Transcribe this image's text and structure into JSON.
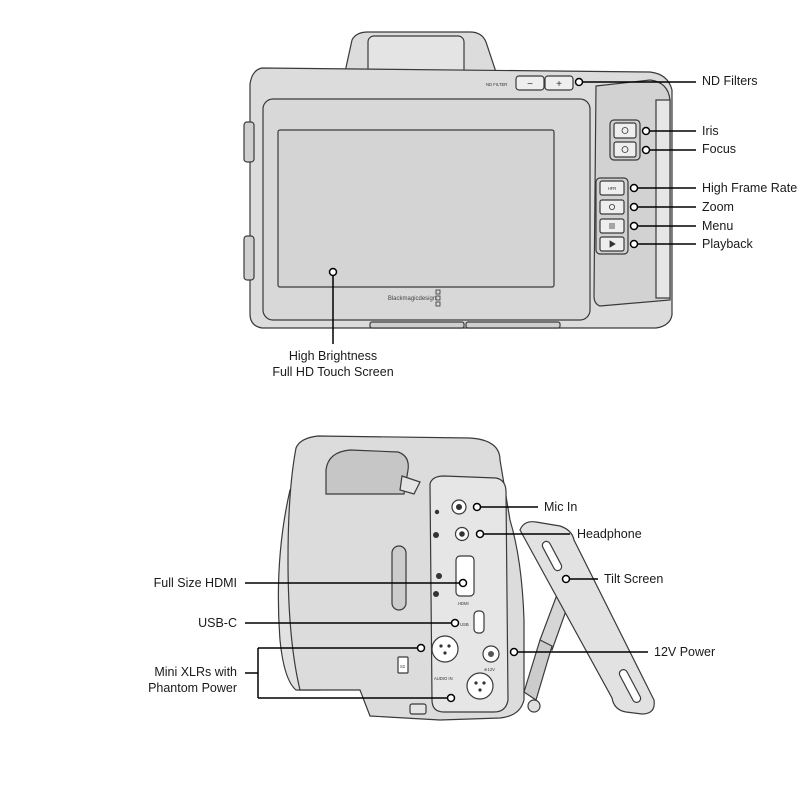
{
  "colors": {
    "body_fill": "#dcdcdc",
    "body_dark": "#c8c8c8",
    "screen_fill": "#d4d4d4",
    "outline": "#3a3a3a",
    "leader": "#000000"
  },
  "camera_back": {
    "nd_filter_text": "ND FILTER",
    "nd_minus": "−",
    "nd_plus": "+",
    "brand": "Blackmagicdesign",
    "hfr_text": "HFR",
    "labels": {
      "nd_filters": "ND Filters",
      "iris": "Iris",
      "focus": "Focus",
      "high_frame_rate": "High Frame Rate",
      "zoom": "Zoom",
      "menu": "Menu",
      "playback": "Playback",
      "screen_line1": "High Brightness",
      "screen_line2": "Full HD Touch Screen"
    }
  },
  "camera_side": {
    "hdmi_text": "HDMI",
    "usb_text": "USB",
    "v12_text": "⊕12V",
    "audio_in_text": "AUDIO IN",
    "s2_text": "S2",
    "labels": {
      "mic_in": "Mic In",
      "headphone": "Headphone",
      "tilt_screen": "Tilt Screen",
      "hdmi": "Full Size HDMI",
      "usbc": "USB-C",
      "power": "12V Power",
      "xlr_line1": "Mini XLRs with",
      "xlr_line2": "Phantom Power"
    }
  }
}
